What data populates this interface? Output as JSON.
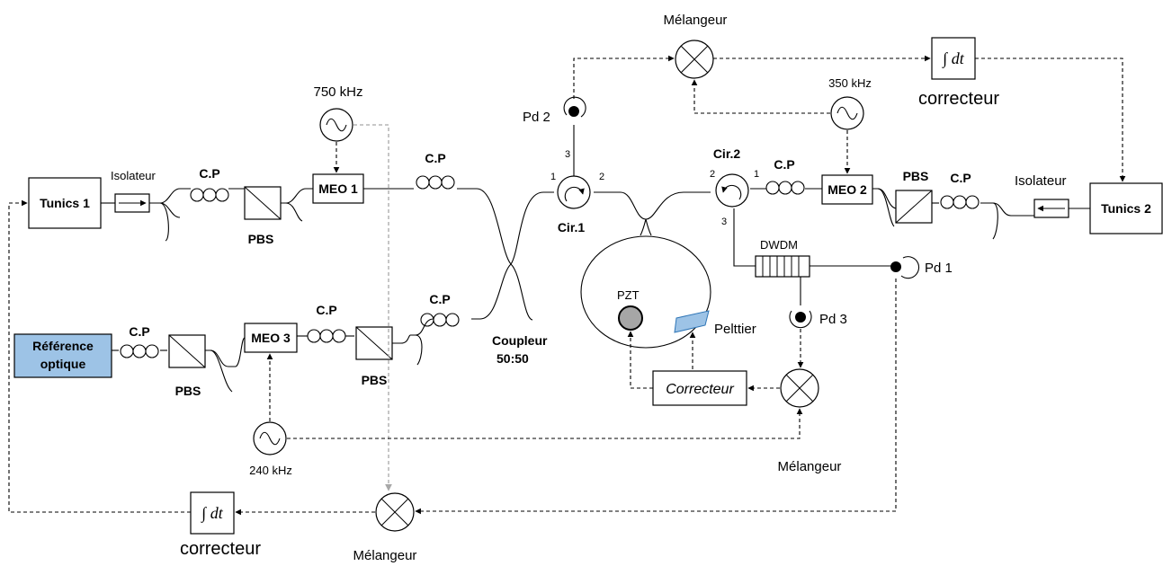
{
  "lasers": {
    "tunics1": "Tunics 1",
    "tunics2": "Tunics 2",
    "reference_line1": "Référence",
    "reference_line2": "optique"
  },
  "isolators": {
    "left": "Isolateur",
    "right": "Isolateur"
  },
  "modulators": {
    "meo1": "MEO 1",
    "meo2": "MEO 2",
    "meo3": "MEO 3"
  },
  "polarization_controllers": {
    "cp1": "C.P",
    "cp2": "C.P",
    "cp3": "C.P",
    "cp4": "C.P",
    "cp5": "C.P",
    "cp6": "C.P",
    "cp7": "C.P"
  },
  "splitters": {
    "pbs1": "PBS",
    "pbs2": "PBS",
    "pbs3": "PBS",
    "pbs4": "PBS"
  },
  "oscillators": {
    "f750": "750 kHz",
    "f350": "350 kHz",
    "f240": "240 kHz"
  },
  "coupler": {
    "line1": "Coupleur",
    "line2": "50:50"
  },
  "circulators": {
    "cir1": "Cir.1",
    "cir2": "Cir.2",
    "cir1_ports": [
      "1",
      "2",
      "3"
    ],
    "cir2_ports": [
      "2",
      "1",
      "3"
    ]
  },
  "photodiodes": {
    "pd1": "Pd 1",
    "pd2": "Pd 2",
    "pd3": "Pd 3"
  },
  "cavity": {
    "pzt": "PZT",
    "peltier": "Pelttier"
  },
  "dwdm": "DWDM",
  "mixers": {
    "top": "Mélangeur",
    "right_bottom": "Mélangeur",
    "bottom": "Mélangeur"
  },
  "correctors": {
    "integral": "∫ dt",
    "top_label": "correcteur",
    "bottom_label": "correcteur",
    "cavity": "Correcteur"
  },
  "colors": {
    "reference_fill": "#9dc3e6",
    "peltier_fill": "#9dc3e6",
    "pzt_fill": "#a6a6a6",
    "guide_gray": "#a8a8a8"
  }
}
